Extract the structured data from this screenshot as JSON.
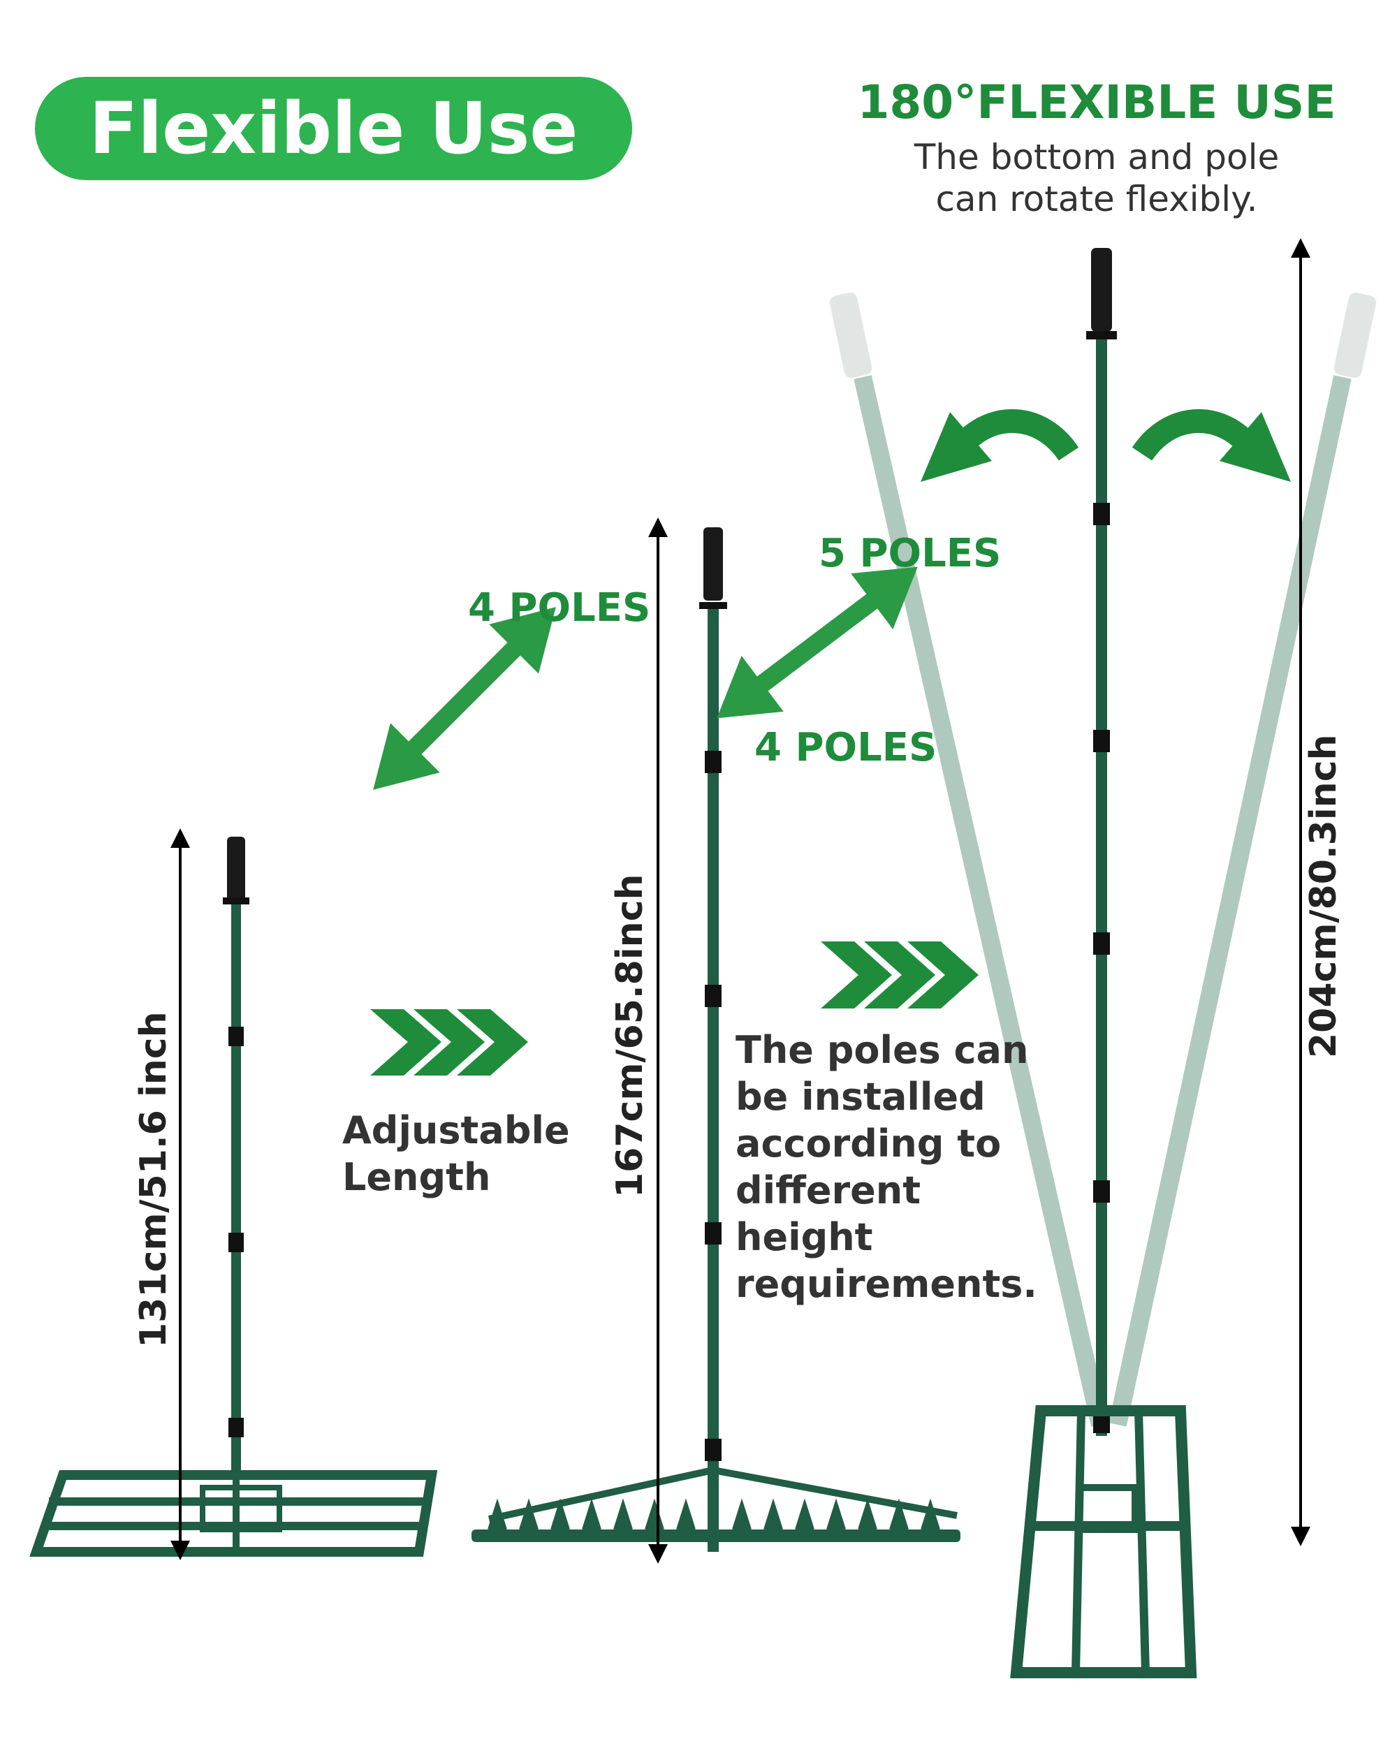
{
  "badge": {
    "title": "Flexible Use"
  },
  "rotation_note": {
    "title": "180°FLEXIBLE USE",
    "line1": "The bottom and pole",
    "line2": "can rotate flexibly."
  },
  "labels": {
    "four_poles_left": "4 POLES",
    "five_poles": "5 POLES",
    "four_poles_right": "4 POLES"
  },
  "adjustable": {
    "line1": "Adjustable",
    "line2": "Length"
  },
  "install_note": {
    "line1": "The poles can",
    "line2": "be installed",
    "line3": "according to",
    "line4": "different height",
    "line5": "requirements."
  },
  "measurements": {
    "short": "131cm/51.6 inch",
    "medium": "167cm/65.8inch",
    "tall": "204cm/80.3inch"
  },
  "colors": {
    "brand_green": "#2db34f",
    "heading_green": "#1e8c3a",
    "tool_green": "#1f5d44",
    "faded_green": "#8fb5a6",
    "text_dark": "#333333"
  }
}
